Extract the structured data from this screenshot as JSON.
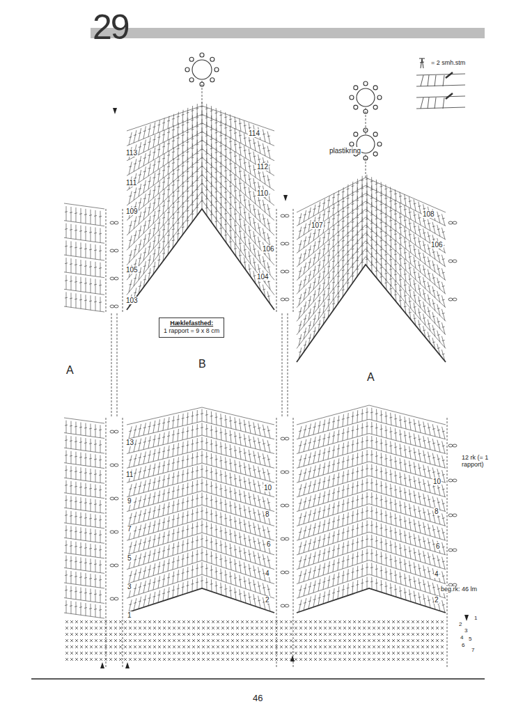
{
  "diagram": {
    "title": "29",
    "nodes": [
      {
        "text": [
          "Hæklefasthed:",
          "1 rapport = 9 x 8 cm"
        ]
      }
    ],
    "labels": [
      "plastikring",
      "= 2 smh.stm",
      "113",
      "111",
      "109",
      "105",
      "103",
      "114",
      "112",
      "110",
      "106",
      "104",
      "107",
      "108",
      "106",
      "A",
      "B",
      "A",
      "13",
      "11",
      "9",
      "7",
      "5",
      "3",
      "1",
      "10",
      "8",
      "6",
      "4",
      "2",
      "10",
      "8",
      "6",
      "4",
      "2",
      "12 rk (= 1 rapport)",
      "beg.rk: 46 lm",
      "1",
      "2",
      "3",
      "4",
      "5",
      "6",
      "7",
      "46"
    ]
  }
}
